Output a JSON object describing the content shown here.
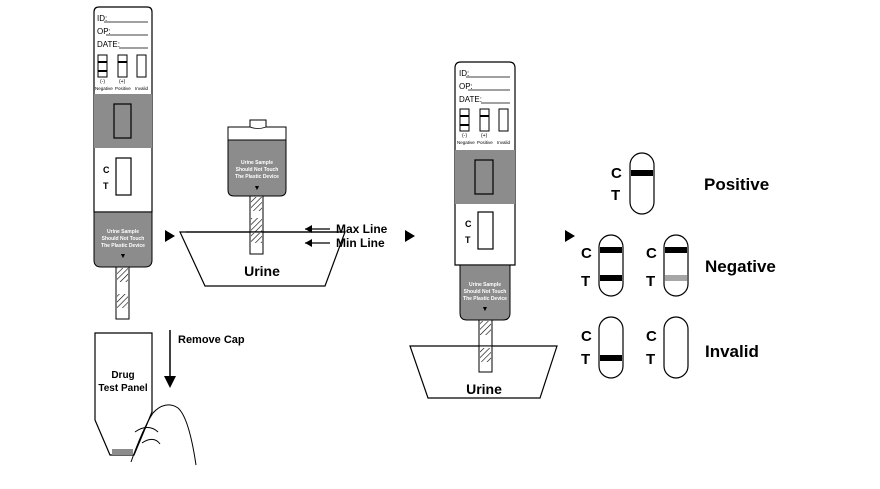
{
  "device": {
    "id_label": "ID:",
    "op_label": "OP:",
    "date_label": "DATE:",
    "legend_neg": "(-)",
    "legend_neg_word": "Negative",
    "legend_pos": "(+)",
    "legend_pos_word": "Positive",
    "legend_invalid": "Invalid",
    "window_c": "C",
    "window_t": "T",
    "warning_line1": "Urine Sample",
    "warning_line2": "Should Not Touch",
    "warning_line3": "The Plastic Device",
    "mini_c": "C",
    "mini_t": "T"
  },
  "cap_panel": {
    "remove_cap": "Remove Cap",
    "drug_line1": "Drug",
    "drug_line2": "Test Panel"
  },
  "cup": {
    "label": "Urine",
    "max_line": "Max Line",
    "min_line": "Min Line"
  },
  "results": {
    "positive": "Positive",
    "negative": "Negative",
    "invalid": "Invalid",
    "c": "C",
    "t": "T"
  },
  "colors": {
    "ink": "#000000",
    "gray": "#8c8c8c",
    "faint_band": "#a6a6a6"
  }
}
